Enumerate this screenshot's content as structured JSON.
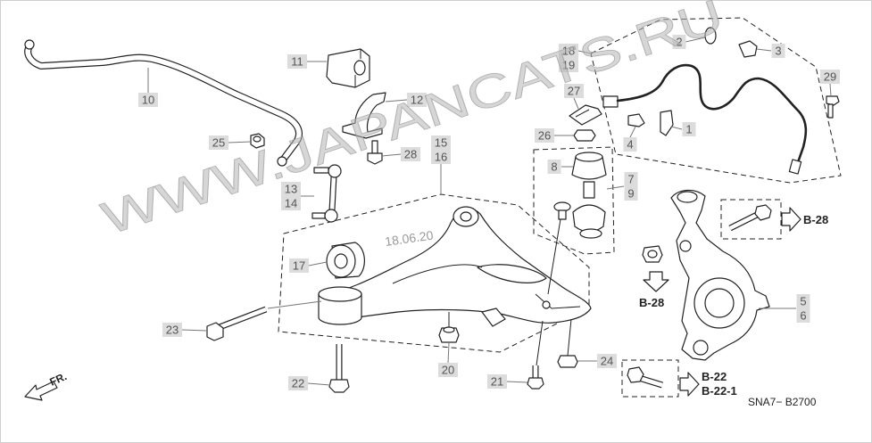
{
  "diagram": {
    "watermark": "WWW.JAPANCATS.RU",
    "date_stamp": "18.06.20",
    "code": "SNA7− B2700",
    "front_label": "FR.",
    "callouts": [
      "11",
      "10",
      "18",
      "19",
      "2",
      "3",
      "29",
      "27",
      "12",
      "25",
      "28",
      "26",
      "4",
      "1",
      "15",
      "16",
      "8",
      "7",
      "9",
      "13",
      "14",
      "17",
      "23",
      "5",
      "6",
      "20",
      "24",
      "22",
      "21"
    ],
    "references": {
      "upper_b28": "B-28",
      "lower_b28": "B-28",
      "b22": "B-22",
      "b22_1": "B-22-1"
    },
    "colors": {
      "callout_box": "#dcdcdc",
      "callout_text": "#555555",
      "line": "#222222",
      "watermark": "#b4b4b4"
    }
  }
}
